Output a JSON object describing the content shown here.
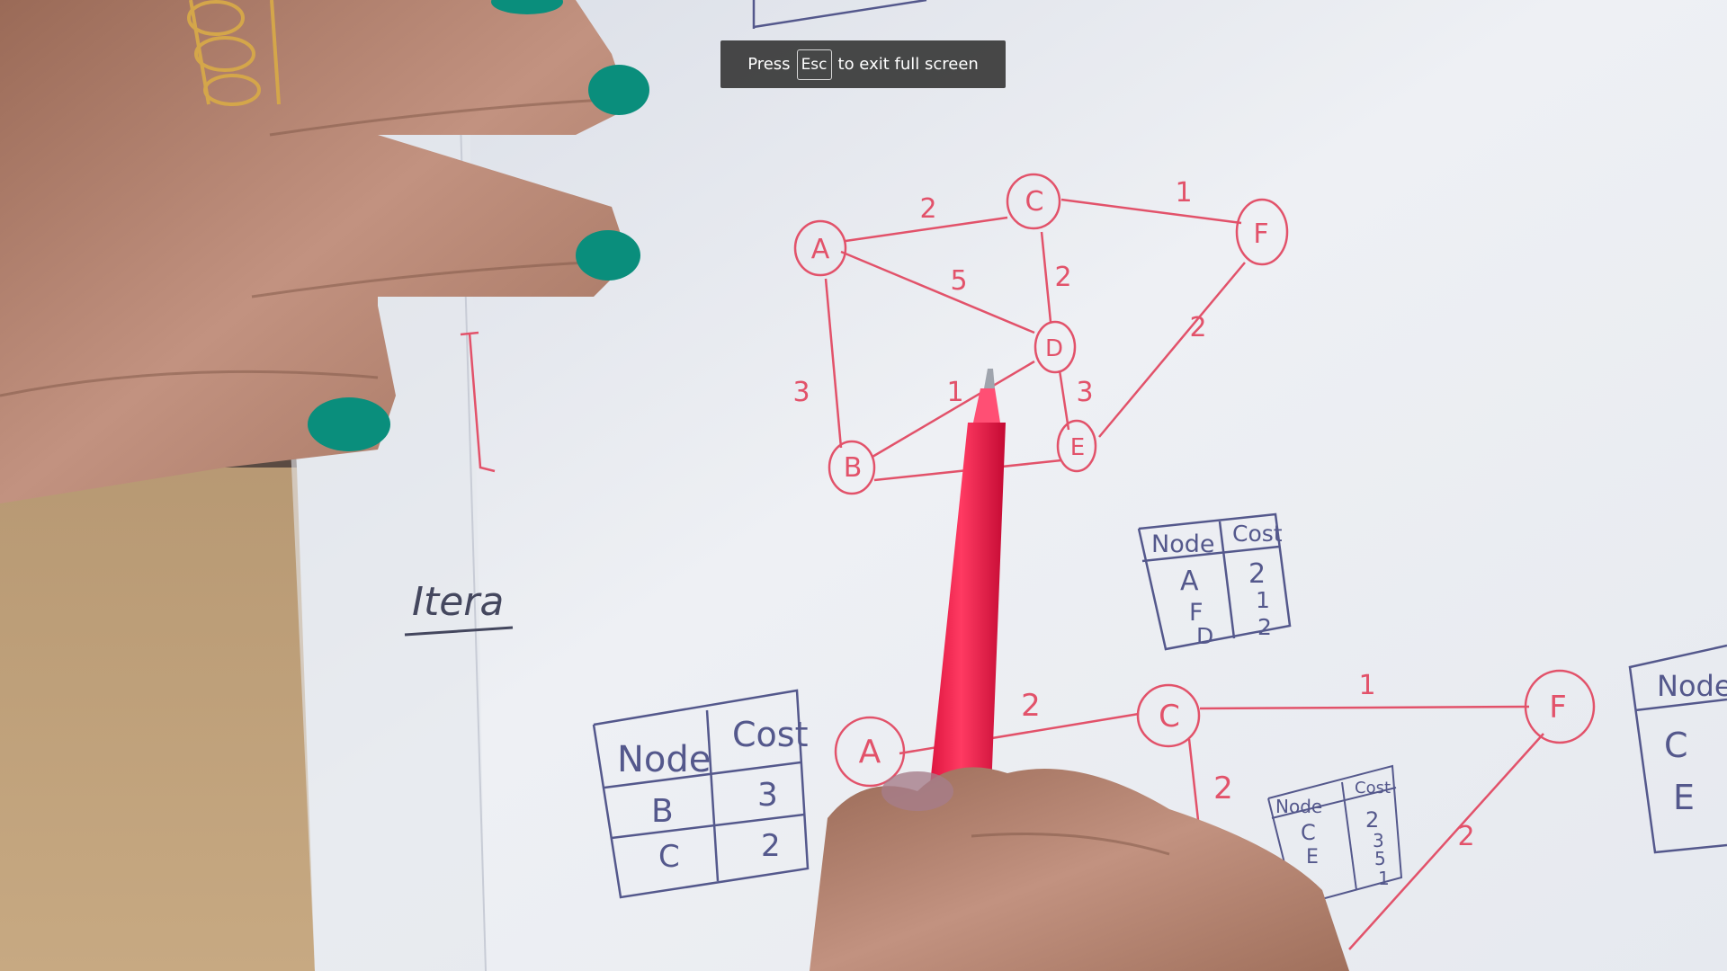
{
  "fullscreen_toast": {
    "prefix": "Press",
    "key": "Esc",
    "suffix": "to exit full screen"
  },
  "colors": {
    "paper": "#eef0f4",
    "ink_red": "#e2526a",
    "ink_blue": "#54588c",
    "marker": "#ff1f4b",
    "skin": "#b58470",
    "nail": "#0a8e7c",
    "desk": "#c2a37d",
    "toast_bg": "#3a3a3a"
  },
  "notebook": {
    "upper_graph": {
      "nodes": [
        "A",
        "C",
        "F",
        "D",
        "B",
        "E"
      ],
      "edge_weights": [
        "2",
        "1",
        "5",
        "2",
        "2",
        "3",
        "1",
        "3"
      ]
    },
    "upper_table": {
      "headers": [
        "Node",
        "Cost"
      ],
      "rows": [
        [
          "A",
          "2"
        ],
        [
          "F",
          "1"
        ],
        [
          "D",
          "2"
        ]
      ]
    },
    "left_table": {
      "headers": [
        "Node",
        "Cost"
      ],
      "rows": [
        [
          "B",
          "3"
        ],
        [
          "C",
          "2"
        ]
      ]
    },
    "lower_graph": {
      "nodes": [
        "A",
        "C",
        "F"
      ],
      "edge_weights": [
        "2",
        "1",
        "2",
        "2"
      ]
    },
    "small_table": {
      "headers": [
        "Node",
        "Cost"
      ],
      "rows": [
        [
          "C",
          "2"
        ],
        [
          "E",
          "3"
        ],
        [
          "",
          "5"
        ],
        [
          "",
          "1"
        ]
      ]
    },
    "right_table": {
      "headers": [
        "Node"
      ],
      "rows": [
        "C",
        "E"
      ]
    },
    "heading_fragment": "Itera"
  }
}
